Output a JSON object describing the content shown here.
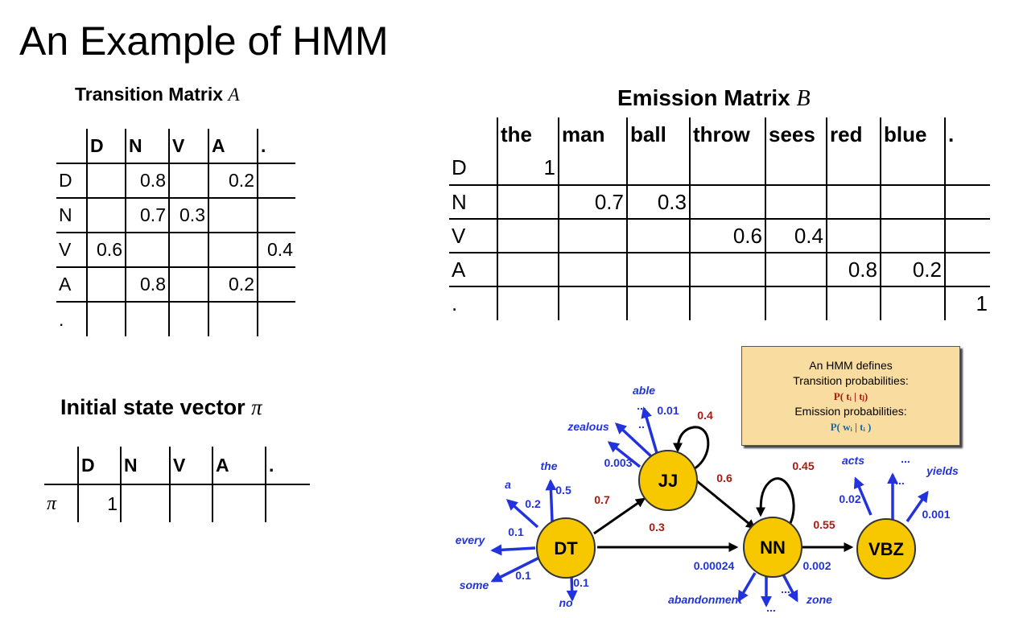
{
  "title": "An Example of HMM",
  "transition": {
    "heading": "Transition Matrix",
    "symbol": "A",
    "cols": [
      "D",
      "N",
      "V",
      "A",
      "."
    ],
    "rows": [
      {
        "label": "D",
        "cells": [
          "",
          "0.8",
          "",
          "0.2",
          ""
        ]
      },
      {
        "label": "N",
        "cells": [
          "",
          "0.7",
          "0.3",
          "",
          ""
        ]
      },
      {
        "label": "V",
        "cells": [
          "0.6",
          "",
          "",
          "",
          "0.4"
        ]
      },
      {
        "label": "A",
        "cells": [
          "",
          "0.8",
          "",
          "0.2",
          ""
        ]
      },
      {
        "label": ".",
        "cells": [
          "",
          "",
          "",
          "",
          ""
        ]
      }
    ]
  },
  "emission": {
    "heading": "Emission Matrix",
    "symbol": "B",
    "cols": [
      "the",
      "man",
      "ball",
      "throw",
      "sees",
      "red",
      "blue",
      "."
    ],
    "rows": [
      {
        "label": "D",
        "cells": [
          "1",
          "",
          "",
          "",
          "",
          "",
          "",
          ""
        ]
      },
      {
        "label": "N",
        "cells": [
          "",
          "0.7",
          "0.3",
          "",
          "",
          "",
          "",
          ""
        ]
      },
      {
        "label": "V",
        "cells": [
          "",
          "",
          "",
          "0.6",
          "0.4",
          "",
          "",
          ""
        ]
      },
      {
        "label": "A",
        "cells": [
          "",
          "",
          "",
          "",
          "",
          "0.8",
          "0.2",
          ""
        ]
      },
      {
        "label": ".",
        "cells": [
          "",
          "",
          "",
          "",
          "",
          "",
          "",
          "1"
        ]
      }
    ]
  },
  "initial": {
    "heading": "Initial state vector",
    "symbol": "π",
    "cols": [
      "D",
      "N",
      "V",
      "A",
      "."
    ],
    "row": {
      "label": "π",
      "cells": [
        "1",
        "",
        "",
        "",
        ""
      ]
    }
  },
  "infobox": {
    "l1": "An HMM defines",
    "l2": "Transition probabilities:",
    "f1": "P( tᵢ | tⱼ)",
    "l3": "Emission probabilities:",
    "f2": "P( wᵢ | tᵢ )"
  },
  "diagram": {
    "nodes": [
      "DT",
      "JJ",
      "NN",
      "VBZ"
    ],
    "transitions": [
      "0.7",
      "0.3",
      "0.4",
      "0.6",
      "0.45",
      "0.55"
    ],
    "emissions": [
      "able",
      "...",
      "0.01",
      "zealous",
      "..",
      "0.003",
      "the",
      "a",
      "0.5",
      "0.2",
      "0.1",
      "every",
      "some",
      "0.1",
      "0.1",
      "no",
      "0.00024",
      "0.002",
      "abandonment",
      "...",
      "...",
      "zone",
      "acts",
      "...",
      "yields",
      "0.02",
      "...",
      "0.001"
    ]
  },
  "colors": {
    "node": "#f7c800",
    "emission": "#2233dd",
    "transition": "#aa1a10"
  }
}
